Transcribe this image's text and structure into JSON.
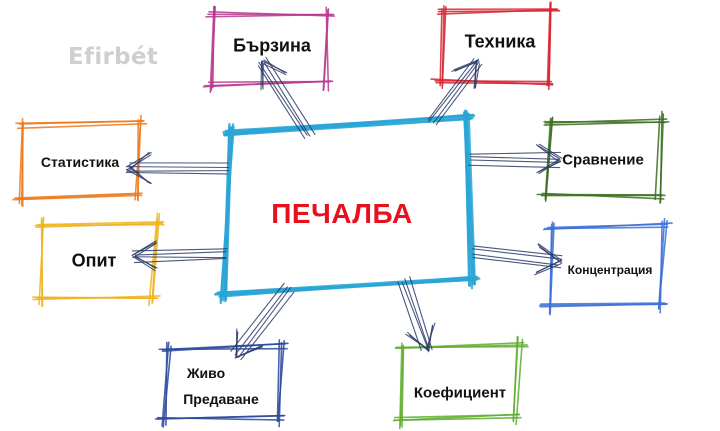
{
  "watermark": "Efirbét",
  "center": {
    "label": "ПЕЧАЛБА",
    "frame_color": "#2aa6d6",
    "text_color": "#e8101c"
  },
  "nodes": {
    "speed": {
      "label": "Бързина",
      "color": "#b8398f"
    },
    "technique": {
      "label": "Техника",
      "color": "#d8232f"
    },
    "statistics": {
      "label": "Статистика",
      "color": "#ec7a1c"
    },
    "comparison": {
      "label": "Сравнение",
      "color": "#3b6e1f"
    },
    "experience": {
      "label": "Опит",
      "color": "#f0b21a"
    },
    "concentration": {
      "label": "Концентрация",
      "color": "#3a6fd8"
    },
    "live": {
      "label_line1": "Живо",
      "label_line2": "Предаване",
      "color": "#2b4a9c"
    },
    "odds": {
      "label": "Коефициент",
      "color": "#5fae2e"
    }
  },
  "arrow_color": "#2b3a68"
}
